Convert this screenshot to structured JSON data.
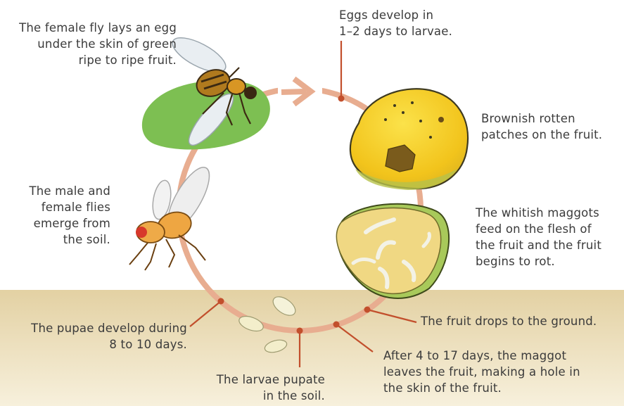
{
  "colors": {
    "ground_top": "#e3d1a3",
    "ground_bottom": "#f7f0dc",
    "cycle_ring": "#e8ad90",
    "pointer": "#c24f2c",
    "leaf": "#7dbf52",
    "fruit_yellow": "#f4cf2a",
    "fruit_green": "#a8c95a",
    "text": "#3b3b3b"
  },
  "icons": [
    "leaf",
    "fruit-fly",
    "rotten-fruit",
    "cut-fruit-with-maggots",
    "pupa",
    "larva",
    "cycle-arrow"
  ],
  "labels": {
    "female_lays": [
      "The female fly lays an egg",
      "under the skin of green",
      "ripe to ripe fruit."
    ],
    "eggs_develop": [
      "Eggs develop in",
      "1–2 days to larvae."
    ],
    "brownish": [
      "Brownish rotten",
      "patches on the fruit."
    ],
    "maggots_feed": [
      "The whitish maggots",
      "feed on the flesh of",
      "the fruit and the fruit",
      "begins to rot."
    ],
    "fruit_drops": [
      "The fruit drops to the ground."
    ],
    "maggot_leaves": [
      "After 4 to 17 days, the maggot",
      "leaves the fruit, making a hole in",
      "the skin of the fruit."
    ],
    "larvae_pupate": [
      "The larvae pupate",
      "in the soil."
    ],
    "pupae_develop": [
      "The pupae develop during",
      "8 to 10 days."
    ],
    "flies_emerge": [
      "The male and",
      "female flies",
      "emerge from",
      "the soil."
    ]
  }
}
